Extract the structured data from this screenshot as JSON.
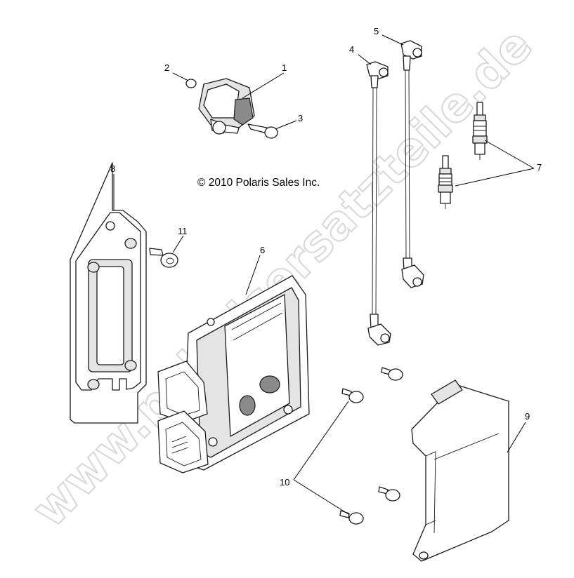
{
  "diagram": {
    "copyright": "© 2010 Polaris Sales Inc.",
    "watermark": "www.polarisersatzteile.de",
    "callouts": [
      "1",
      "2",
      "3",
      "4",
      "5",
      "6",
      "7",
      "8",
      "9",
      "10",
      "11"
    ]
  }
}
